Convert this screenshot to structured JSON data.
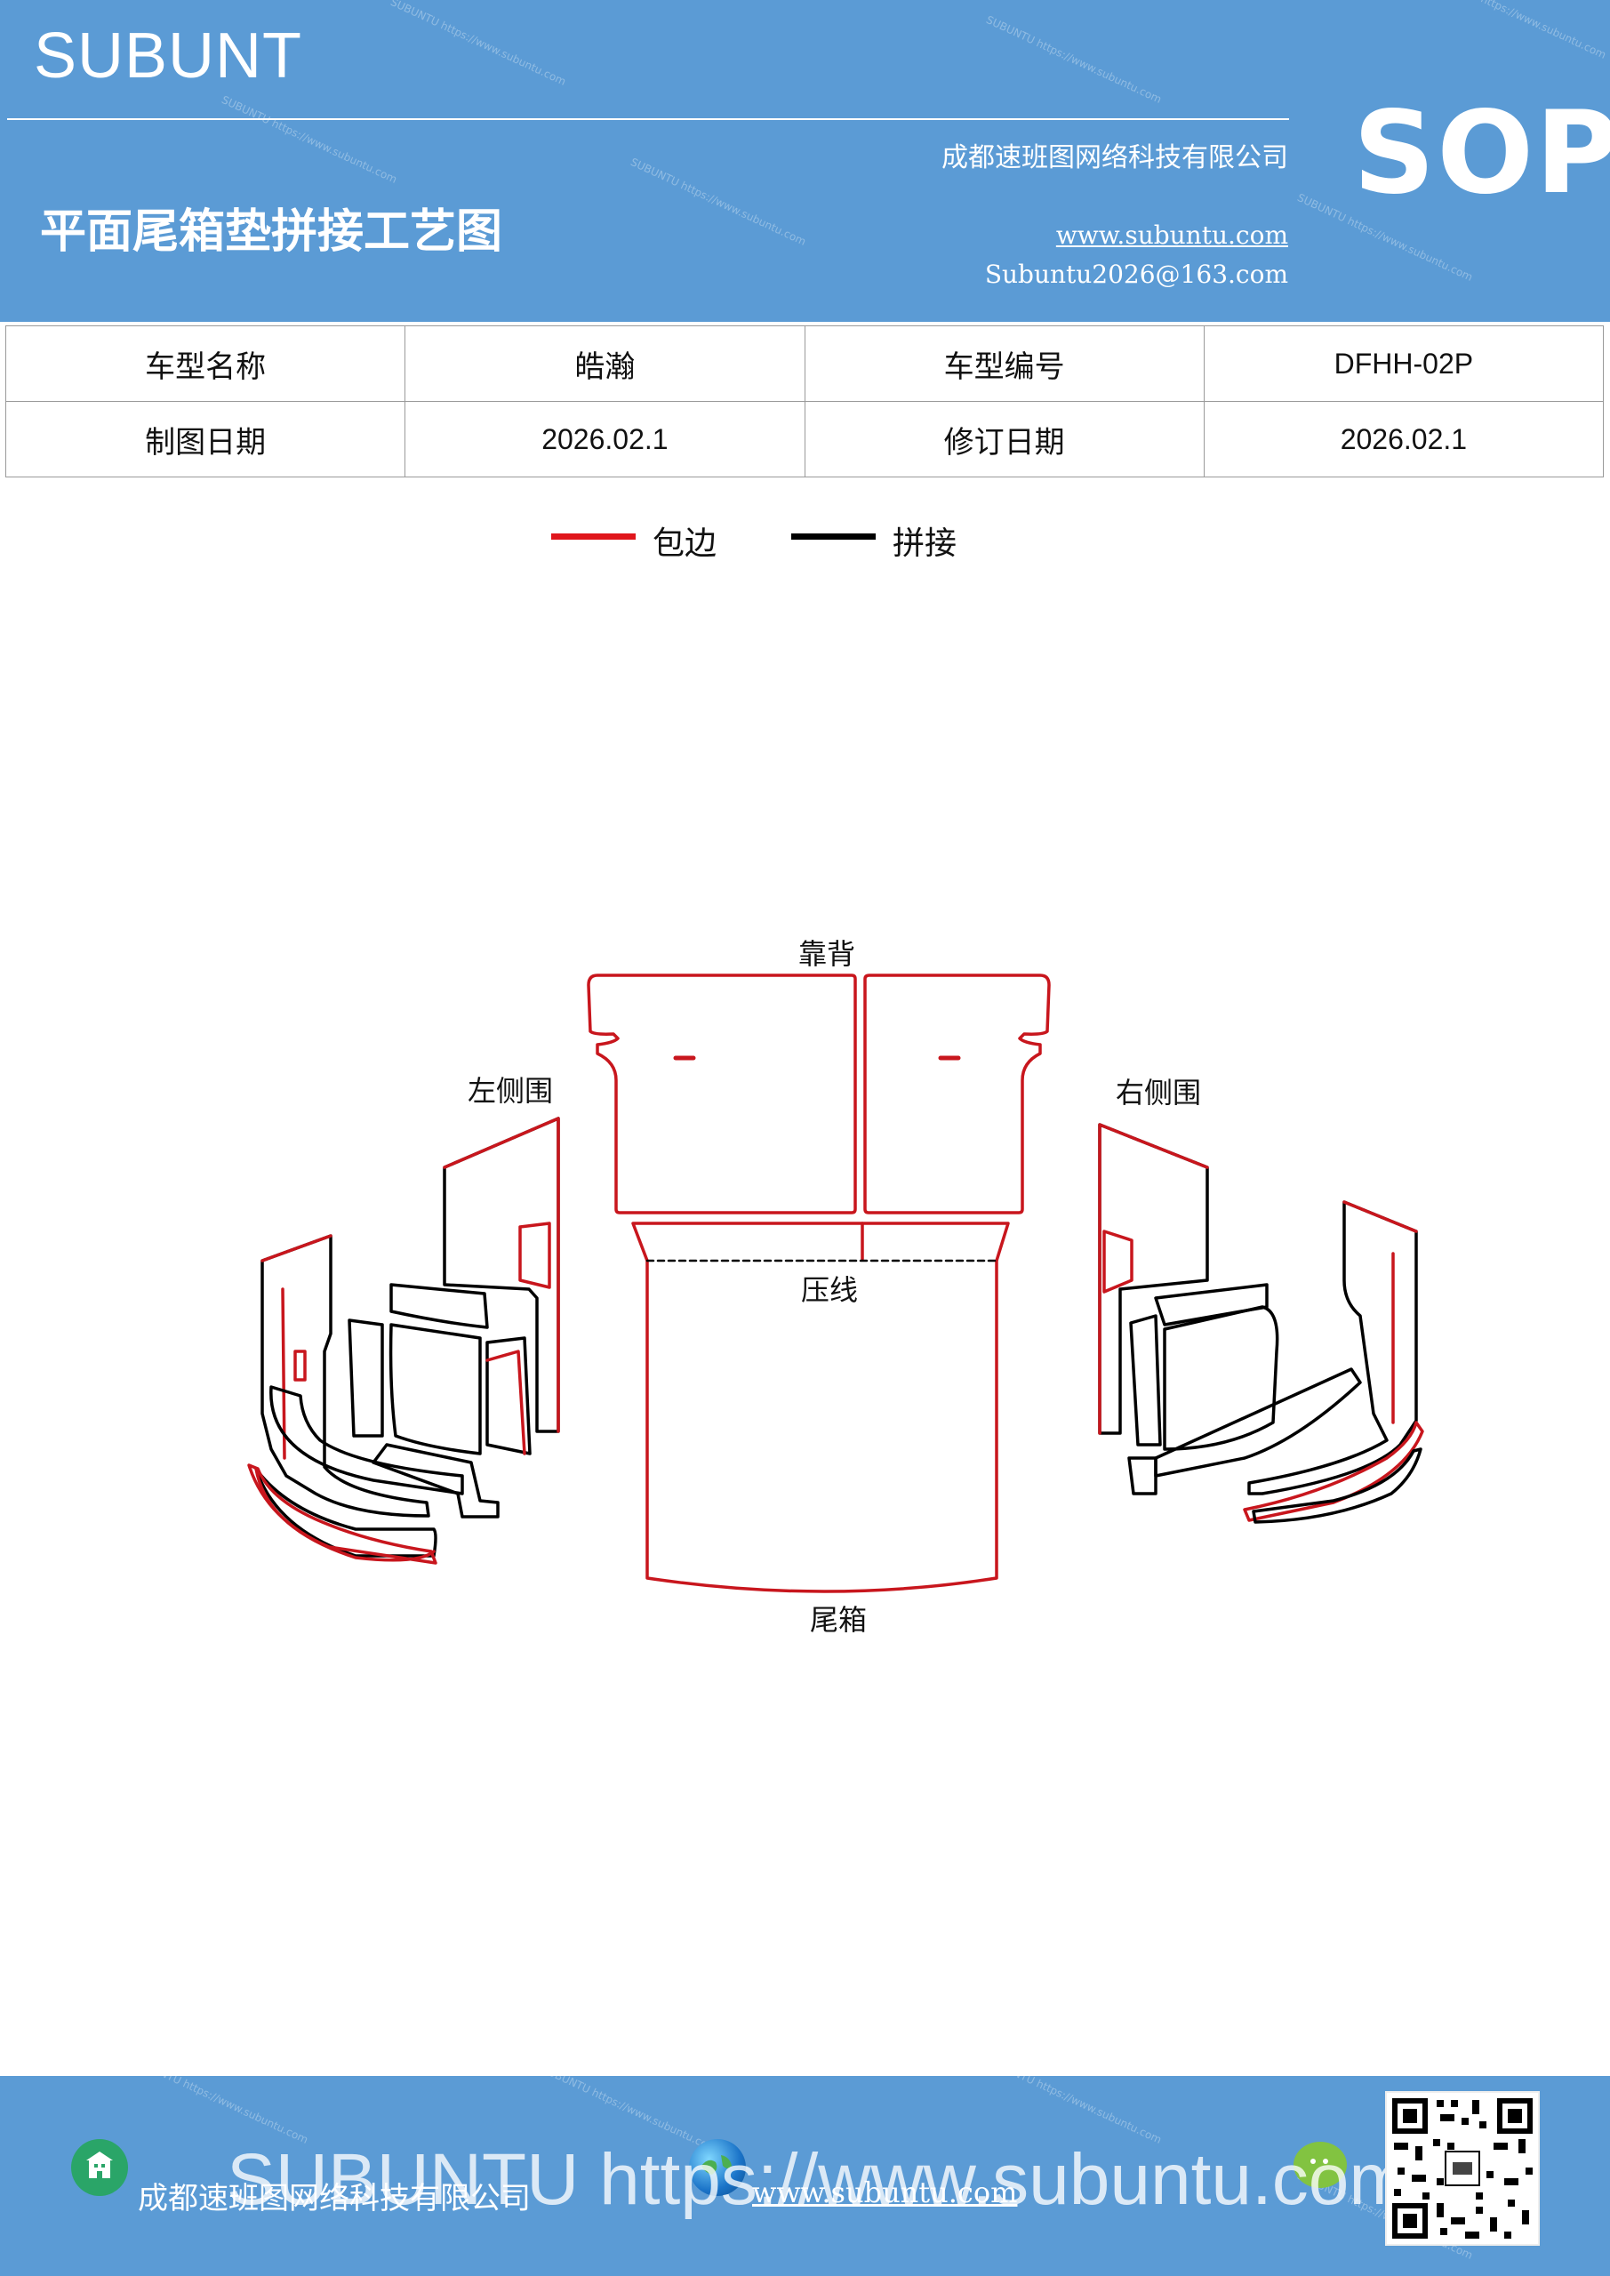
{
  "header": {
    "brand": "SUBUNT",
    "doc_title": "平面尾箱垫拼接工艺图",
    "company": "成都速班图网络科技有限公司",
    "website": "www.subuntu.com",
    "email": "Subuntu2026@163.com",
    "badge": "SOP",
    "background_color": "#5b9bd5"
  },
  "info_table": {
    "rows": [
      [
        "车型名称",
        "皓瀚",
        "车型编号",
        "DFHH-02P"
      ],
      [
        "制图日期",
        "2026.02.1",
        "修订日期",
        "2026.02.1"
      ]
    ]
  },
  "legend": {
    "items": [
      {
        "label": "包边",
        "color": "#e0161c"
      },
      {
        "label": "拼接",
        "color": "#000000"
      }
    ]
  },
  "diagram": {
    "labels": {
      "backrest": "靠背",
      "left_side": "左侧围",
      "right_side": "右侧围",
      "crease": "压线",
      "trunk": "尾箱"
    },
    "edge_color": "#c8161d",
    "seam_color": "#000000"
  },
  "footer": {
    "company": "成都速班图网络科技有限公司",
    "website": "www.subuntu.com",
    "overlay_text": "SUBUNTU https://www.subuntu.com"
  }
}
